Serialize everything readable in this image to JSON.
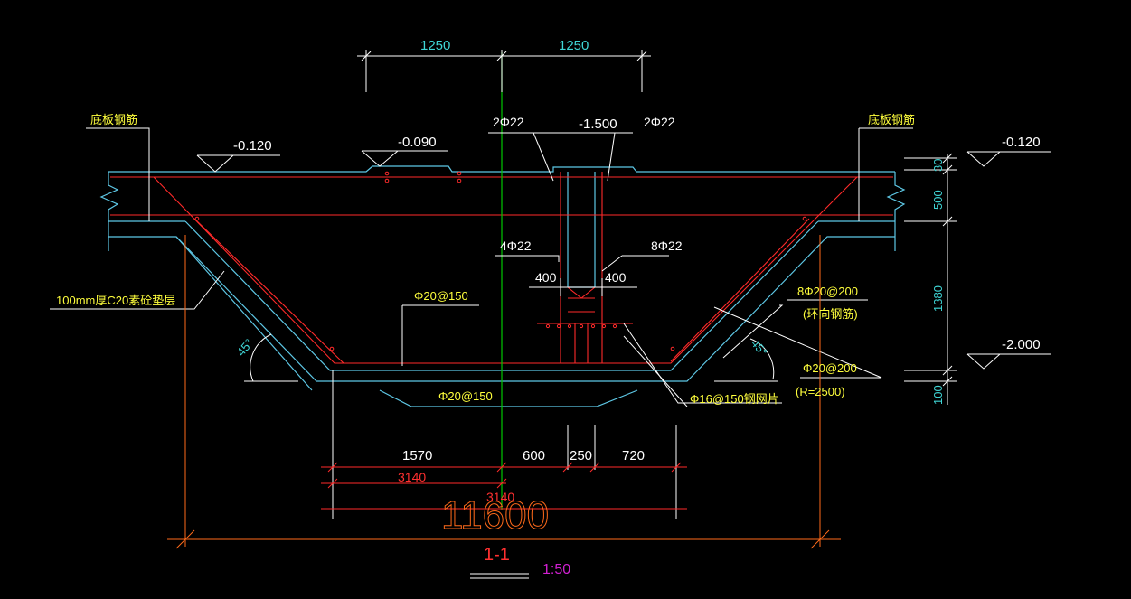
{
  "colors": {
    "background": "#000000",
    "dimension": "#ffffff",
    "concrete": "#5ec8e6",
    "rebar": "#ff2a2a",
    "leader": "#ffffff",
    "text_yellow": "#ffff3c",
    "text_cyan": "#3fd6d6",
    "text_white": "#ffffff",
    "axis": "#00c800",
    "big_dim": "#ff6a1a",
    "title_red": "#ff3030",
    "scale": "#d020d0"
  },
  "dims": {
    "top_left": "1250",
    "top_right": "1250",
    "bottom_a": "1570",
    "bottom_b": "600",
    "bottom_c": "250",
    "bottom_d": "720",
    "bottom_e": "3140",
    "bottom_f": "3140",
    "overall": "11600",
    "right_a": "30",
    "right_b": "500",
    "right_c": "1380",
    "right_d": "100",
    "hole_left": "400",
    "hole_right": "400"
  },
  "elevations": {
    "left": "-0.120",
    "mid": "-0.090",
    "center": "-1.500",
    "right_top": "-0.120",
    "right_bottom": "-2.000"
  },
  "labels": {
    "slab_rebar_left": "底板钢筋",
    "slab_rebar_right": "底板钢筋",
    "cushion": "100mm厚C20素砼垫层",
    "rebar_2phi22_left": "2Φ22",
    "rebar_2phi22_right": "2Φ22",
    "rebar_4phi22": "4Φ22",
    "rebar_8phi22": "8Φ22",
    "rebar_phi20_150_upper": "Φ20@150",
    "rebar_phi20_150_lower": "Φ20@150",
    "ring_rebar": "8Φ20@200",
    "ring_rebar_note": "(环向钢筋)",
    "radial_rebar": "Φ20@200",
    "radial_note": "(R=2500)",
    "mesh": "Φ16@150钢网片",
    "angle_left": "45°",
    "angle_right": "45°"
  },
  "title": {
    "section": "1-1",
    "scale": "1:50"
  }
}
